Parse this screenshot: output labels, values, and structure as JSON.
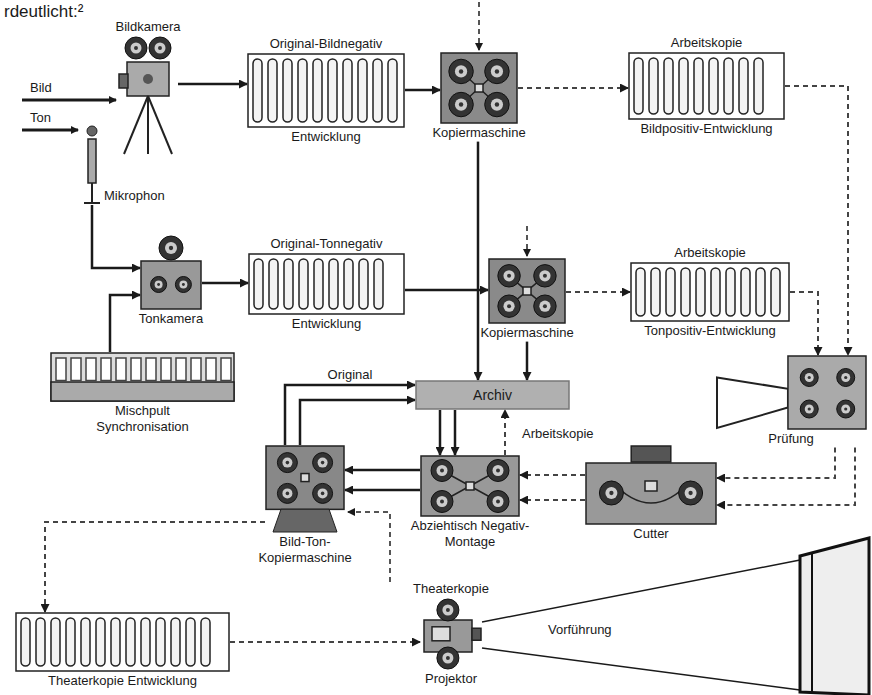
{
  "diagram": {
    "nodes": [
      {
        "text": [
          "Bildkamera"
        ]
      },
      {
        "text": [
          "Original-Bildnegativ",
          "Entwicklung"
        ]
      },
      {
        "text": [
          "Kopiermaschine"
        ]
      },
      {
        "text": [
          "Arbeitskopie",
          "Bildpositiv-Entwicklung"
        ]
      },
      {
        "text": [
          "Mikrophon"
        ]
      },
      {
        "text": [
          "Tonkamera"
        ]
      },
      {
        "text": [
          "Original-Tonnegativ",
          "Entwicklung"
        ]
      },
      {
        "text": [
          "Kopiermaschine"
        ]
      },
      {
        "text": [
          "Arbeitskopie",
          "Tonpositiv-Entwicklung"
        ]
      },
      {
        "text": [
          "Mischpult Synchronisation"
        ]
      },
      {
        "text": [
          "Archiv"
        ]
      },
      {
        "text": [
          "Prüfung"
        ]
      },
      {
        "text": [
          "Cutter"
        ]
      },
      {
        "text": [
          "Abziehtisch Negativ-Montage"
        ]
      },
      {
        "text": [
          "Bild-Ton-Kopiermaschine"
        ]
      },
      {
        "text": [
          "Theaterkopie Entwicklung"
        ]
      },
      {
        "text": [
          "Theaterkopie",
          "Projektor"
        ]
      }
    ],
    "edges": [
      {
        "from": 0,
        "to": 1,
        "arrow": "to"
      },
      {
        "from": 1,
        "to": 2,
        "arrow": "to"
      },
      {
        "from": 2,
        "to": 3,
        "arrow": "to"
      },
      {
        "from": 4,
        "to": 5,
        "arrow": "to"
      },
      {
        "from": 9,
        "to": 5,
        "arrow": "to"
      },
      {
        "from": 5,
        "to": 6,
        "arrow": "to"
      },
      {
        "from": 6,
        "to": 7,
        "arrow": "to"
      },
      {
        "from": 7,
        "to": 8,
        "arrow": "to"
      },
      {
        "from": 2,
        "to": 10,
        "arrow": "to"
      },
      {
        "from": 7,
        "to": 10,
        "arrow": "to"
      },
      {
        "from": 3,
        "to": 11,
        "arrow": "to"
      },
      {
        "from": 8,
        "to": 11,
        "arrow": "to"
      },
      {
        "from": 11,
        "to": 12,
        "arrow": "to"
      },
      {
        "from": 11,
        "to": 12,
        "arrow": "to"
      },
      {
        "from": 12,
        "to": 13,
        "arrow": "to"
      },
      {
        "from": 12,
        "to": 13,
        "arrow": "to"
      },
      {
        "from": 10,
        "to": 13,
        "arrow": "to"
      },
      {
        "from": 10,
        "to": 13,
        "arrow": "to"
      },
      {
        "from": 13,
        "to": 10,
        "arrow": "to"
      },
      {
        "from": 13,
        "to": 14,
        "arrow": "to"
      },
      {
        "from": 13,
        "to": 14,
        "arrow": "to"
      },
      {
        "from": 14,
        "to": 10,
        "label": "Original",
        "arrow": "to"
      },
      {
        "from": 14,
        "to": 10,
        "arrow": "to"
      },
      {
        "from": 14,
        "to": 15,
        "arrow": "to"
      },
      {
        "from": 15,
        "to": 16,
        "arrow": "to"
      }
    ],
    "labels": [
      "rdeutlicht:²",
      "Bild",
      "Ton",
      "Arbeitskopie",
      "Vorführung"
    ]
  }
}
